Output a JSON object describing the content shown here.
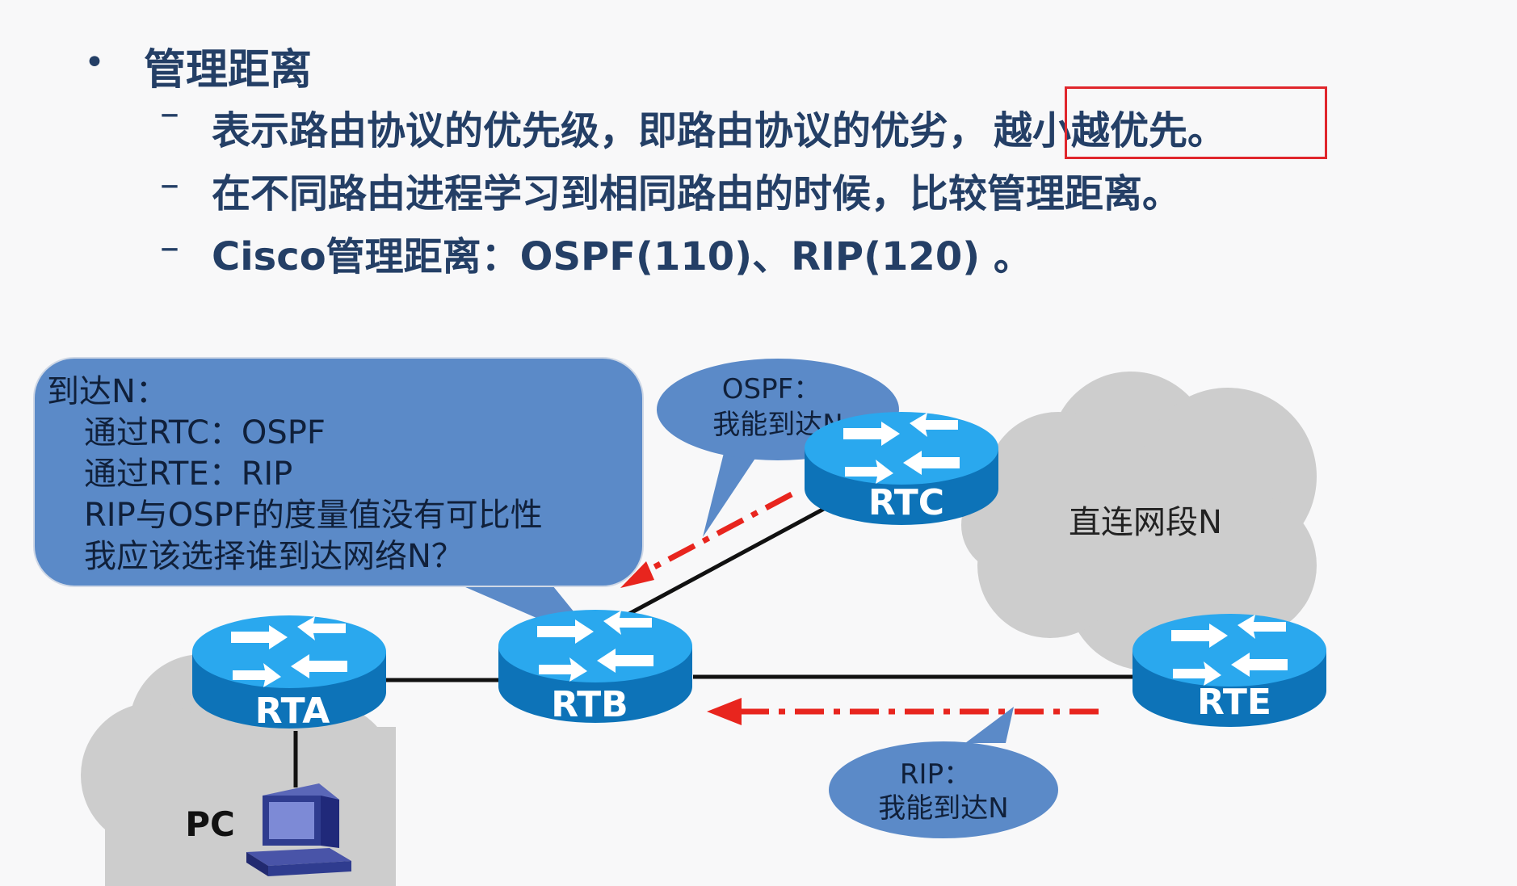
{
  "bullets": {
    "heading": "管理距离",
    "line1_main": "表示路由协议的优先级，即路由协议的优劣，",
    "line1_highlight": "越小越优先。",
    "line2": "在不同路由进程学习到相同路由的时候，比较管理距离。",
    "line3": "Cisco管理距离：OSPF(110)、RIP(120) 。"
  },
  "diagram": {
    "main_callout": {
      "lines": [
        "到达N：",
        "通过RTC：OSPF",
        "通过RTE：RIP",
        "RIP与OSPF的度量值没有可比性",
        "我应该选择谁到达网络N？"
      ],
      "color": "#5b8ac8"
    },
    "ospf_callout": {
      "line1": "OSPF：",
      "line2": "我能到达N"
    },
    "rip_callout": {
      "line1": "RIP：",
      "line2": "我能到达N"
    },
    "cloud_label": "直连网段N",
    "routers": {
      "rta": "RTA",
      "rtb": "RTB",
      "rtc": "RTC",
      "rte": "RTE"
    },
    "pc_label": "PC",
    "colors": {
      "router_top": "#2aa8ee",
      "router_body": "#0d73b8",
      "arrow": "#e8251e",
      "cloud": "#cdcdcd",
      "callout_small": "#5b8ac8",
      "text_dark": "#243f66"
    },
    "icons": [
      "router-icon",
      "pc-icon",
      "cloud-icon"
    ]
  }
}
